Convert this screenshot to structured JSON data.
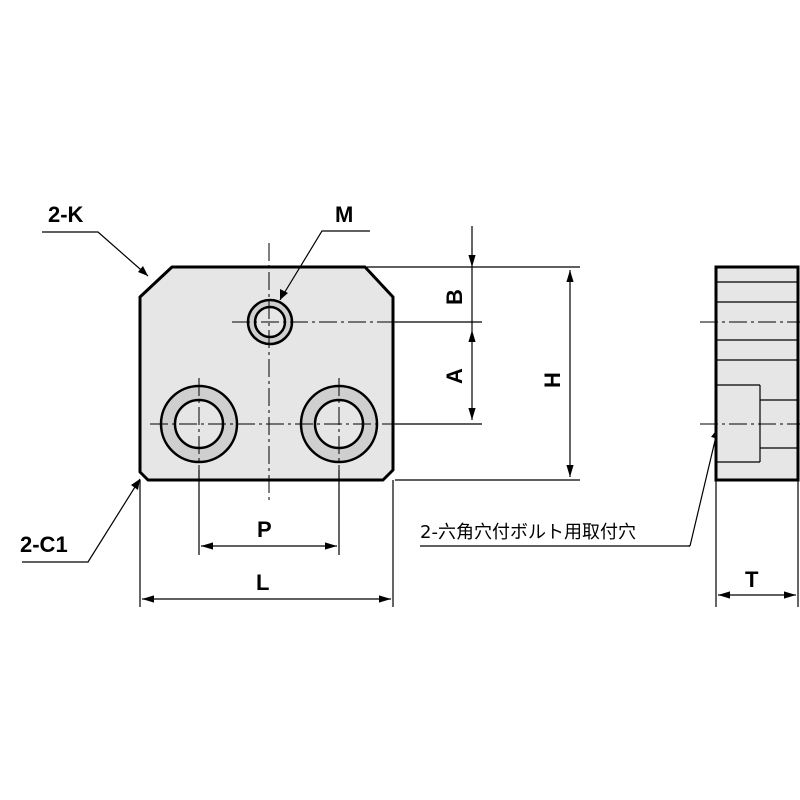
{
  "labels": {
    "chamfer_k": "2-K",
    "chamfer_c1": "2-C1",
    "tap_m": "M",
    "dim_b": "B",
    "dim_a": "A",
    "dim_h": "H",
    "dim_p": "P",
    "dim_l": "L",
    "dim_t": "T",
    "bolt_hole_note": "2-六角穴付ボルト用取付穴"
  }
}
